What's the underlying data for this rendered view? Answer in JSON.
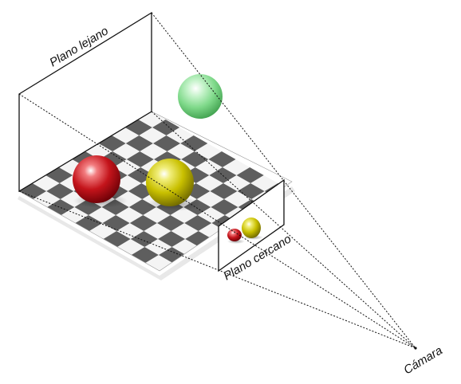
{
  "labels": {
    "far_plane": "Plano lejano",
    "near_plane": "Plano cercano",
    "camera": "Cámara"
  },
  "colors": {
    "line": "#111111",
    "checker_dark": "#5e5e5e",
    "checker_light": "#f4f4f4",
    "sphere_red": "#c4141b",
    "sphere_yellow": "#c9c000",
    "sphere_green": "#7fd98a",
    "background": "#ffffff"
  },
  "scene": {
    "checkerboard_cells": 10,
    "objects": [
      "red-sphere",
      "yellow-sphere",
      "green-sphere"
    ]
  }
}
